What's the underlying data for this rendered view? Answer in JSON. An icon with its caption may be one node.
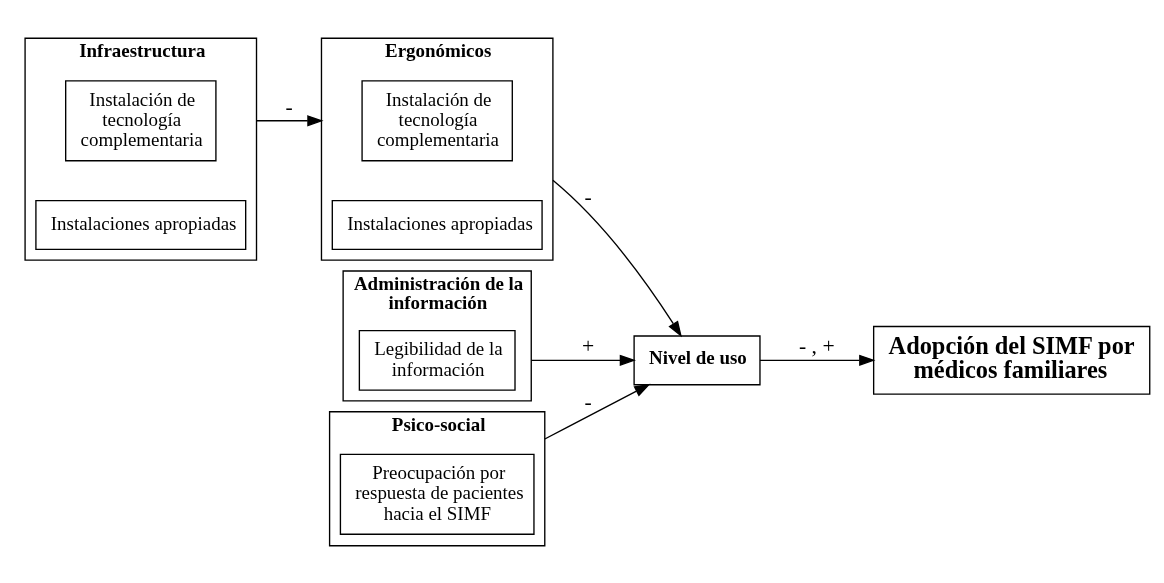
{
  "diagram": {
    "nodes": [
      {
        "text": [
          "Infraestructura"
        ]
      },
      {
        "text": [
          "Instalación de tecnología complementaria"
        ],
        "in": 0
      },
      {
        "text": [
          "Instalaciones apropiadas"
        ],
        "in": 0
      },
      {
        "text": [
          "Administración de la información"
        ]
      },
      {
        "text": [
          "Legibilidad de la información"
        ],
        "in": 3
      },
      {
        "text": [
          "Psico-social"
        ]
      },
      {
        "text": [
          "Preocupación por respuesta de pacientes hacia el SIMF"
        ],
        "in": 5
      },
      {
        "text": [
          "Ergonómicos"
        ]
      },
      {
        "text": [
          "Instalación de tecnología complementaria"
        ],
        "in": 7
      },
      {
        "text": [
          "Instalaciones apropiadas"
        ],
        "in": 7
      },
      {
        "text": [
          "Nivel de uso"
        ]
      },
      {
        "text": [
          "Adopción del SIMF por médicos familiares"
        ]
      }
    ],
    "edges": [
      {
        "from": 0,
        "to": 7,
        "arrow": "to",
        "label": "-"
      },
      {
        "from": 3,
        "to": 10,
        "arrow": "to",
        "label": "+"
      },
      {
        "from": 5,
        "to": 10,
        "arrow": "to",
        "label": "-"
      },
      {
        "from": 7,
        "to": 10,
        "arrow": "to",
        "label": "-"
      },
      {
        "from": 10,
        "to": 11,
        "arrow": "to",
        "label": "- , +"
      }
    ]
  }
}
